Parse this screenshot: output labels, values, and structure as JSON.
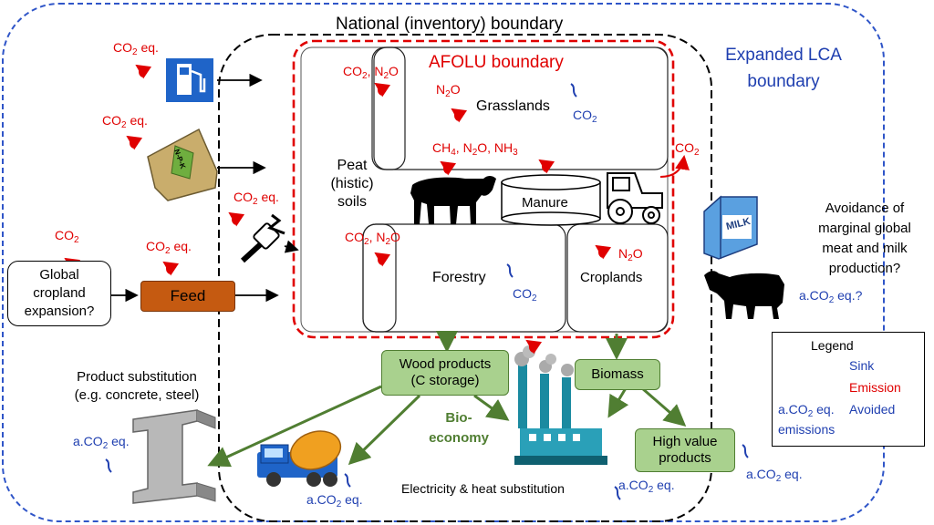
{
  "boundaries": {
    "national": "National (inventory) boundary",
    "afolu": "AFOLU boundary",
    "expanded_lca": [
      "Expanded LCA",
      "boundary"
    ]
  },
  "land_types": {
    "peat": [
      "Peat",
      "(histic)",
      "soils"
    ],
    "grasslands": "Grasslands",
    "forestry": "Forestry",
    "croplands": "Croplands",
    "manure": "Manure"
  },
  "gases": {
    "co2": "CO2",
    "co2_n2o": "CO2, N2O",
    "n2o": "N2O",
    "ch4_n2o_nh3": "CH4, N2O, NH3",
    "co2_eq": "CO2 eq.",
    "a_co2_eq": "a.CO2 eq.",
    "a_co2_eq_q": "a.CO2 eq.?"
  },
  "boxes": {
    "feed": "Feed",
    "global_cropland": [
      "Global",
      "cropland",
      "expansion?"
    ],
    "wood_products": [
      "Wood products",
      "(C storage)"
    ],
    "biomass": "Biomass",
    "high_value": [
      "High value",
      "products"
    ]
  },
  "labels": {
    "product_substitution": [
      "Product substitution",
      "(e.g. concrete, steel)"
    ],
    "bioeconomy": [
      "Bio-",
      "economy"
    ],
    "electricity_heat": "Electricity & heat substitution",
    "avoidance": [
      "Avoidance of",
      "marginal global",
      "meat and milk",
      "production?"
    ],
    "milk": "MILK",
    "npk": "N-P-K"
  },
  "legend": {
    "title": "Legend",
    "sink": "Sink",
    "emission": "Emission",
    "avoided_key": "a.CO2 eq.",
    "avoided_1": "Avoided",
    "avoided_2": "emissions"
  },
  "colors": {
    "expanded_boundary": "#2f55c8",
    "afolu_boundary": "#e00000",
    "national_boundary": "#000000",
    "emission": "#e00000",
    "sink": "#1f3fb0",
    "green_box": "#a9d18e",
    "green_arrow": "#507e32",
    "feed_box": "#c55a11",
    "fuel_icon": "#1f64c8",
    "fertilizer_bag": "#b79a5c"
  }
}
